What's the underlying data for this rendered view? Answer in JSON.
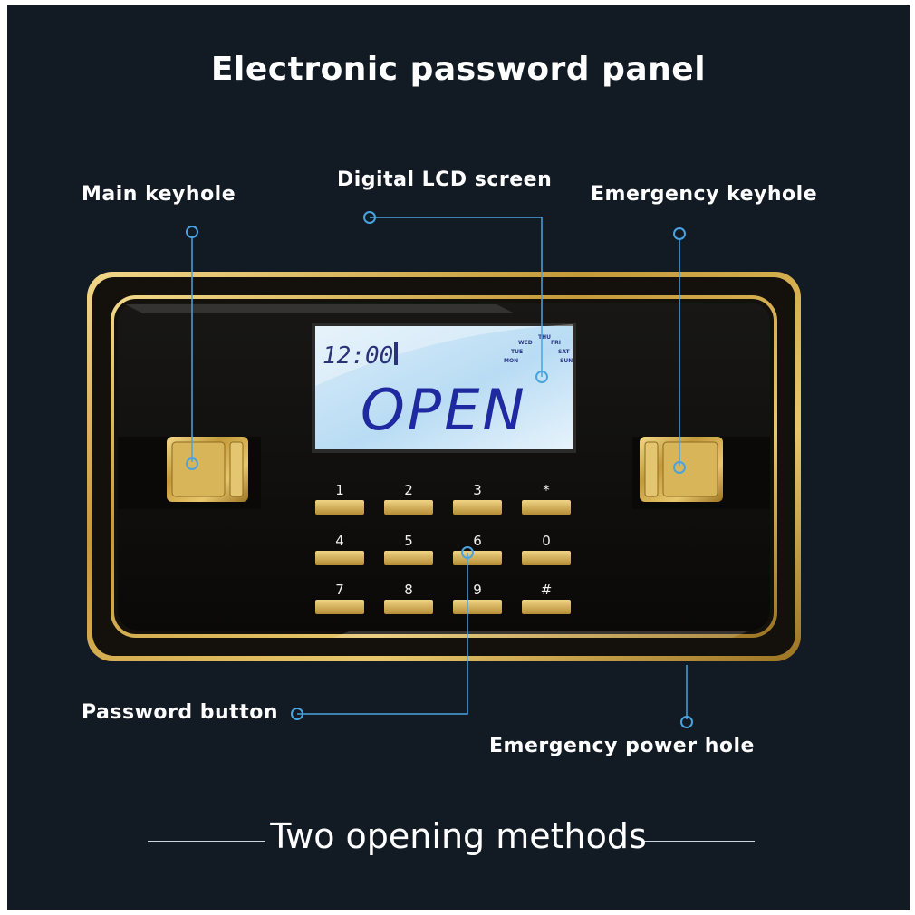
{
  "heading": "Electronic password panel",
  "callouts": {
    "main_keyhole": "Main keyhole",
    "lcd_screen": "Digital LCD screen",
    "emergency_keyhole": "Emergency keyhole",
    "password_button": "Password button",
    "emergency_power_hole": "Emergency power hole"
  },
  "lcd": {
    "time": "12:00",
    "main_text": "OPEN",
    "days": [
      "MON",
      "TUE",
      "WED",
      "THU",
      "FRI",
      "SAT",
      "SUN"
    ]
  },
  "keypad": {
    "keys": [
      "1",
      "2",
      "3",
      "*",
      "4",
      "5",
      "6",
      "0",
      "7",
      "8",
      "9",
      "#"
    ]
  },
  "footer": "Two opening methods",
  "colors": {
    "background": "#121a24",
    "gold": "#c9a64a",
    "panel": "#0d0c0b",
    "lcd": "#c8e6f8",
    "callout": "#4aa3df"
  }
}
